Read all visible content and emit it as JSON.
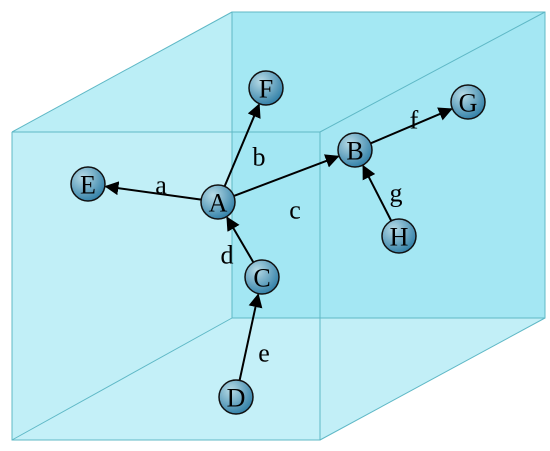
{
  "colors": {
    "box_face": "#a8e9f4",
    "box_face_back": "#8fe2f0",
    "box_edge": "#5fb8c6",
    "node_fill_light": "#b7dbe6",
    "node_fill_dark": "#2f7ea6",
    "node_stroke": "#111111",
    "arrow": "#000000"
  },
  "nodes": [
    {
      "id": "A",
      "label": "A"
    },
    {
      "id": "B",
      "label": "B"
    },
    {
      "id": "C",
      "label": "C"
    },
    {
      "id": "D",
      "label": "D"
    },
    {
      "id": "E",
      "label": "E"
    },
    {
      "id": "F",
      "label": "F"
    },
    {
      "id": "G",
      "label": "G"
    },
    {
      "id": "H",
      "label": "H"
    }
  ],
  "edges": [
    {
      "from": "A",
      "to": "E",
      "label": "a"
    },
    {
      "from": "A",
      "to": "F",
      "label": "b"
    },
    {
      "from": "A",
      "to": "B",
      "label": "c"
    },
    {
      "from": "C",
      "to": "A",
      "label": "d"
    },
    {
      "from": "D",
      "to": "C",
      "label": "e"
    },
    {
      "from": "B",
      "to": "G",
      "label": "f"
    },
    {
      "from": "H",
      "to": "B",
      "label": "g"
    }
  ]
}
